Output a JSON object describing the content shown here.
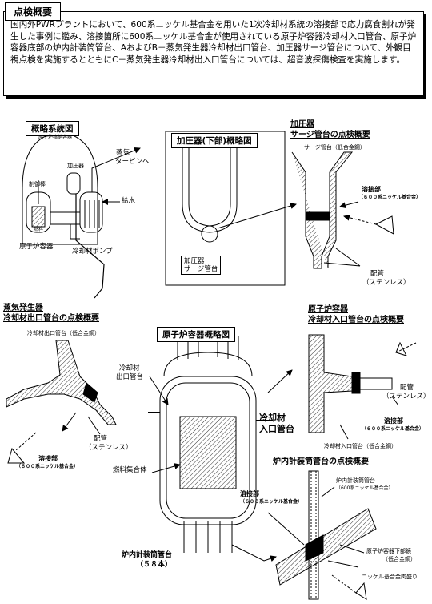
{
  "header": {
    "title": "点検概要"
  },
  "summary": {
    "text": "国内外PWRプラントにおいて、600系ニッケル基合金を用いた1次冷却材系統の溶接部で応力腐食割れが発生した事例に鑑み、溶接箇所に600系ニッケル基合金が使用されている原子炉容器冷却材入口管台、原子炉容器底部の炉内計装筒管台、AおよびB－蒸気発生器冷却材出口管台、加圧器サージ管台について、外観目視点検を実施するとともにC－蒸気発生器冷却材出入口管台については、超音波探傷検査を実施します。"
  },
  "system_diagram": {
    "title": "概略系統図",
    "containment": "原子炉格納容器",
    "pressurizer": "加圧器",
    "steam_line_1": "蒸気",
    "steam_line_2": "タービンへ",
    "control_rod": "制御棒",
    "fuel": "燃料",
    "feedwater": "給水",
    "reactor_vessel": "原子炉容器",
    "coolant_pump": "冷却材ポンプ"
  },
  "pressurizer_lower": {
    "title": "加圧器(下部)概略図",
    "surge_1": "加圧器",
    "surge_2": "サージ管台"
  },
  "surge_inspection": {
    "heading_1": "加圧器",
    "heading_2": "サージ管台の点検概要",
    "nozzle": "サージ管台（低合金鋼）",
    "weld_1": "溶接部",
    "weld_2": "（６００系ニッケル基合金）",
    "pipe_1": "配管",
    "pipe_2": "（ステンレス）"
  },
  "sg_inspection": {
    "heading_1": "蒸気発生器",
    "heading_2": "冷却材出口管台の点検概要",
    "nozzle": "冷却材出口管台（低合金鋼）",
    "weld_1": "溶接部",
    "weld_2": "（６００系ニッケル基合金）",
    "pipe_1": "配管",
    "pipe_2": "（ステンレス）"
  },
  "vessel": {
    "title": "原子炉容器概略図",
    "outlet_1": "冷却材",
    "outlet_2": "出口管台",
    "inlet_1": "冷却材",
    "inlet_2": "入口管台",
    "fuel_assembly": "燃料集合体",
    "instr_1": "炉内計装筒管台",
    "instr_2": "（５８本）"
  },
  "inlet_inspection": {
    "heading_1": "原子炉容器",
    "heading_2": "冷却材入口管台の点検概要",
    "pipe_1": "配管",
    "pipe_2": "（ステンレス）",
    "weld_1": "溶接部",
    "weld_2": "（６００系ニッケル基合金）",
    "nozzle": "冷却材入口管台（低合金鋼）"
  },
  "instr_inspection": {
    "heading": "炉内計装筒管台の点検概要",
    "tube_1": "炉内計装筒管台",
    "tube_2": "（600系ニッケル基合金）",
    "weld_1": "溶接部",
    "weld_2": "（６００系ニッケル基合金）",
    "bottom_1": "原子炉容器下部鏡",
    "bottom_2": "（低合金鋼）",
    "cladding": "ニッケル基合金肉盛り"
  }
}
